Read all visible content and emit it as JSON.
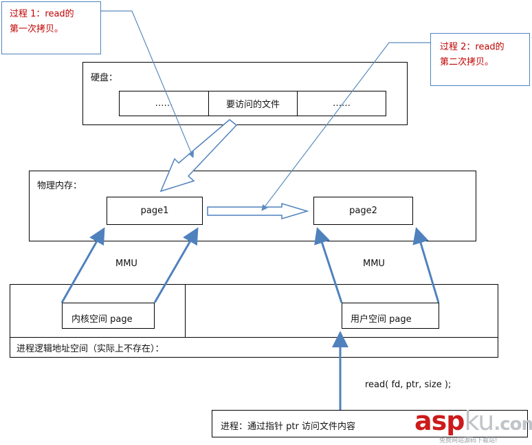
{
  "notes": {
    "step1": [
      "过程 1：read的",
      "第一次拷贝。"
    ],
    "step2": [
      "过程 2：read的",
      "第二次拷贝。"
    ]
  },
  "disk": {
    "title": "硬盘：",
    "cells": [
      "……",
      "要访问的文件",
      "……"
    ]
  },
  "physical_memory": {
    "title": "物理内存：",
    "page1": "page1",
    "page2": "page2"
  },
  "mmu_left": "MMU",
  "mmu_right": "MMU",
  "address_space": {
    "kernel_page": "内核空间 page",
    "user_page": "用户空间 page",
    "title": "进程逻辑地址空间（实际上不存在）："
  },
  "syscall": "read( fd, ptr, size );",
  "process": "进程：通过指针 ptr 访问文件内容",
  "watermark": {
    "brand_a": "asp",
    "brand_b": "ku",
    "brand_c": ".com",
    "slogan": "免费网站源码下载站!"
  },
  "colors": {
    "note_text": "#c00000",
    "arrow_blue": "#4f81bd",
    "connector": "#5b8bbf"
  }
}
